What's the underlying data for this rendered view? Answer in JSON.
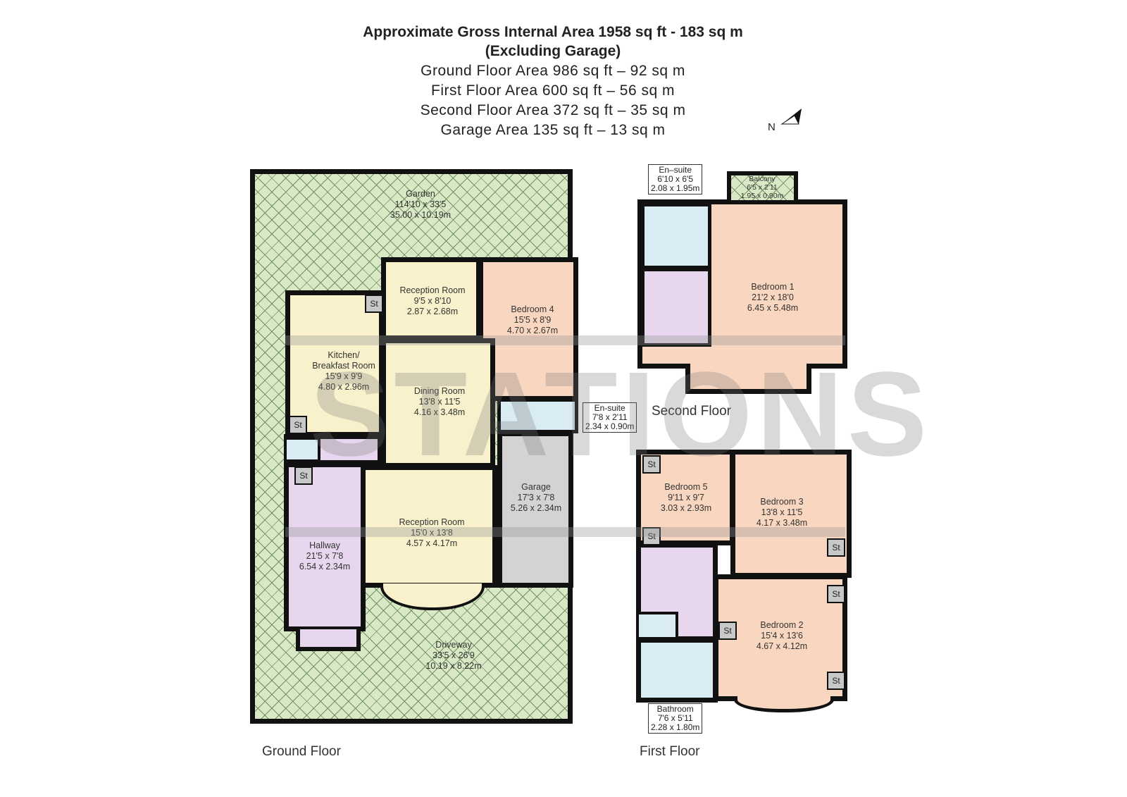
{
  "header": {
    "title_line1": "Approximate Gross Internal Area 1958 sq ft - 183 sq m",
    "title_line2": "(Excluding Garage)",
    "areas": [
      "Ground Floor Area 986 sq ft – 92 sq m",
      "First Floor Area 600 sq ft – 56 sq m",
      "Second Floor Area 372 sq ft – 35 sq m",
      "Garage Area 135 sq ft – 13 sq m"
    ]
  },
  "compass": {
    "label": "N"
  },
  "watermark": "STATIONS",
  "ground_floor": {
    "label": "Ground Floor",
    "rooms": {
      "garden": {
        "name": "Garden",
        "imperial": "114'10 x 33'5",
        "metric": "35.00 x 10.19m"
      },
      "reception_rear": {
        "name": "Reception Room",
        "imperial": "9'5 x 8'10",
        "metric": "2.87 x 2.68m"
      },
      "bedroom4": {
        "name": "Bedroom 4",
        "imperial": "15'5 x 8'9",
        "metric": "4.70 x 2.67m"
      },
      "kitchen": {
        "name1": "Kitchen/",
        "name2": "Breakfast Room",
        "imperial": "15'9 x 9'9",
        "metric": "4.80 x 2.96m"
      },
      "dining": {
        "name": "Dining Room",
        "imperial": "13'8 x 11'5",
        "metric": "4.16 x 3.48m"
      },
      "ensuite": {
        "name": "En-suite",
        "imperial": "7'8 x 2'11",
        "metric": "2.34 x 0.90m"
      },
      "garage": {
        "name": "Garage",
        "imperial": "17'3 x 7'8",
        "metric": "5.26 x 2.34m"
      },
      "reception_front": {
        "name": "Reception Room",
        "imperial": "15'0 x 13'8",
        "metric": "4.57 x 4.17m"
      },
      "hallway": {
        "name": "Hallway",
        "imperial": "21'5 x 7'8",
        "metric": "6.54 x 2.34m"
      },
      "driveway": {
        "name": "Driveway",
        "imperial": "33'5 x 26'9",
        "metric": "10.19 x 8.22m"
      }
    },
    "storage_label": "St"
  },
  "second_floor": {
    "label": "Second Floor",
    "rooms": {
      "ensuite": {
        "name": "En–suite",
        "imperial": "6'10 x 6'5",
        "metric": "2.08 x 1.95m"
      },
      "balcony": {
        "name": "Balcony",
        "imperial": "6'5 x 2'11",
        "metric": "1.95 x 0.90m"
      },
      "bedroom1": {
        "name": "Bedroom 1",
        "imperial": "21'2 x 18'0",
        "metric": "6.45 x 5.48m"
      }
    }
  },
  "first_floor": {
    "label": "First Floor",
    "rooms": {
      "bedroom5": {
        "name": "Bedroom 5",
        "imperial": "9'11 x 9'7",
        "metric": "3.03 x 2.93m"
      },
      "bedroom3": {
        "name": "Bedroom 3",
        "imperial": "13'8 x 11'5",
        "metric": "4.17 x 3.48m"
      },
      "bedroom2": {
        "name": "Bedroom 2",
        "imperial": "15'4 x 13'6",
        "metric": "4.67 x 4.12m"
      },
      "bathroom": {
        "name": "Bathroom",
        "imperial": "7'6 x 5'11",
        "metric": "2.28 x 1.80m"
      }
    },
    "storage_label": "St"
  }
}
